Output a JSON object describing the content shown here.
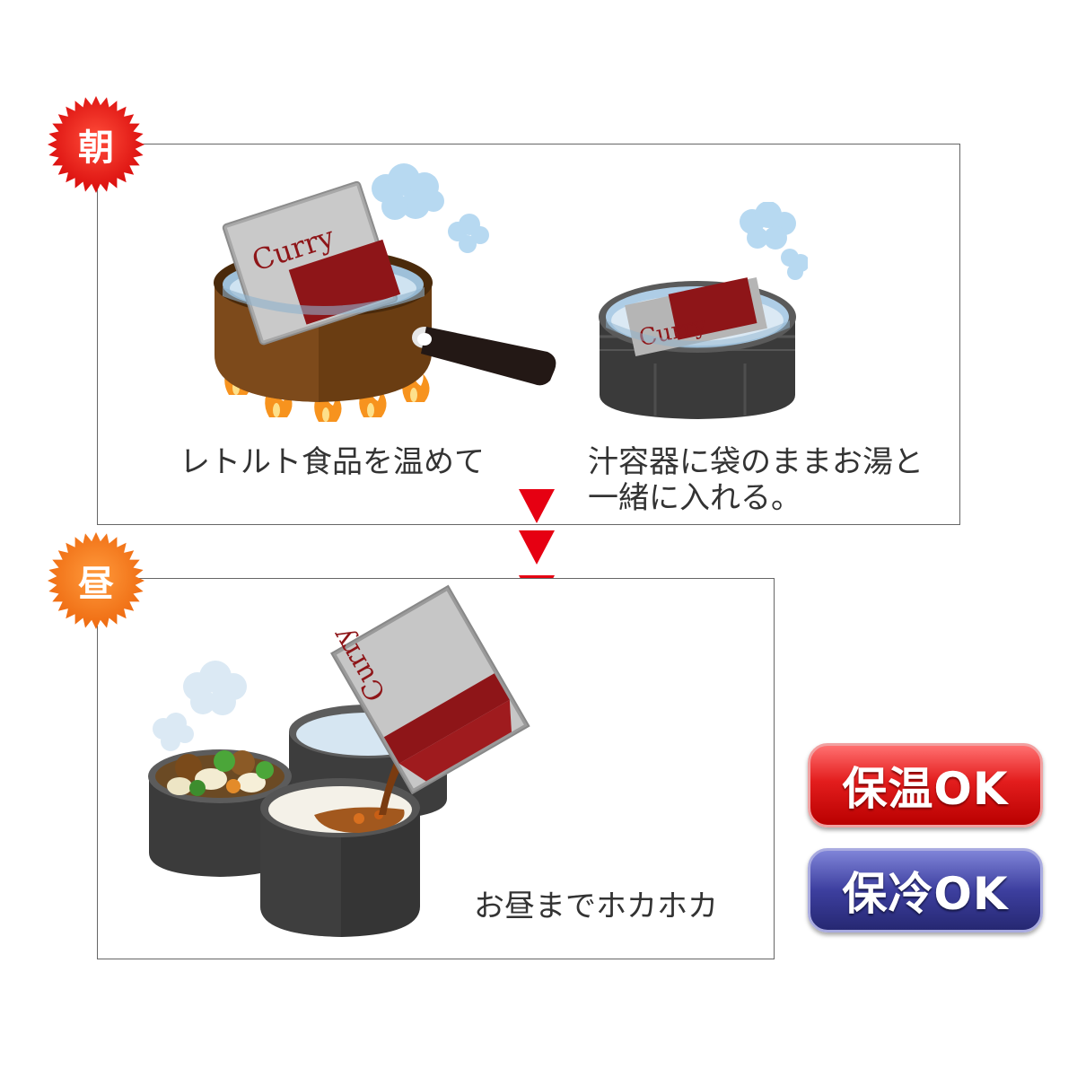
{
  "morning": {
    "label": "朝",
    "step1_caption": "レトルト食品を温めて",
    "step2_caption_line1": "汁容器に袋のままお湯と",
    "step2_caption_line2": "一緒に入れる。",
    "pouch_text": "Curry"
  },
  "noon": {
    "label": "昼",
    "caption": "お昼までホカホカ",
    "pouch_text": "Curry"
  },
  "badges": {
    "warm": "保温OK",
    "cold": "保冷OK"
  },
  "colors": {
    "morning_burst": "#e8140f",
    "noon_burst": "#f07318",
    "arrow": "#e60012",
    "warm_badge": "#e31d1d",
    "cold_badge": "#3d3f9f",
    "curry_band": "#8e1518"
  }
}
